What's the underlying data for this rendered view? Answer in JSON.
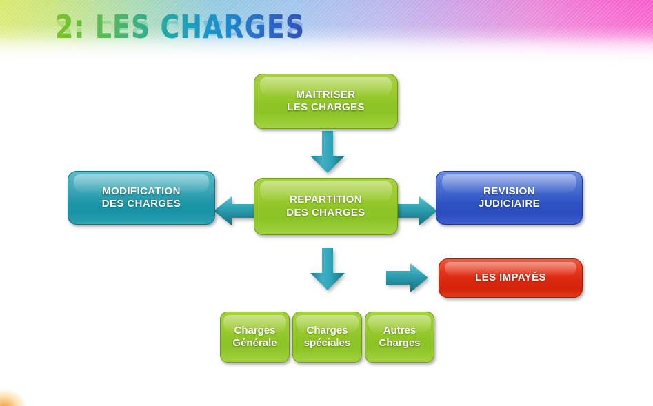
{
  "slide": {
    "title": "2: LES CHARGES"
  },
  "diagram": {
    "nodes": [
      {
        "id": "maitriser",
        "label": "MAITRISER\nLES CHARGES",
        "line1": "MAITRISER",
        "line2": "LES CHARGES",
        "color": "#8fc526"
      },
      {
        "id": "repartition",
        "label": "REPARTITION\nDES CHARGES",
        "line1": "REPARTITION",
        "line2": "DES CHARGES",
        "color": "#8fc526"
      },
      {
        "id": "modification",
        "label": "MODIFICATION\nDES CHARGES",
        "line1": "MODIFICATION",
        "line2": "DES CHARGES",
        "color": "#1d95a8"
      },
      {
        "id": "revision",
        "label": "REVISION\nJUDICIAIRE",
        "line1": "REVISION",
        "line2": "JUDICIAIRE",
        "color": "#2f53c4"
      },
      {
        "id": "impayes",
        "label": "LES IMPAYÉS",
        "line1": "LES IMPAYÉS",
        "line2": "",
        "color": "#d9280f"
      },
      {
        "id": "charges-generale",
        "label": "Charges\nGénérale",
        "line1": "Charges",
        "line2": "Générale",
        "color": "#8fc526"
      },
      {
        "id": "charges-speciales",
        "label": "Charges\nspéciales",
        "line1": "Charges",
        "line2": "spéciales",
        "color": "#8fc526"
      },
      {
        "id": "autres-charges",
        "label": "Autres\nCharges",
        "line1": "Autres",
        "line2": "Charges",
        "color": "#8fc526"
      }
    ],
    "arrows": [
      {
        "id": "maitriser-to-repartition",
        "direction": "down",
        "color": "#2596a8"
      },
      {
        "id": "repartition-to-modification",
        "direction": "left",
        "color": "#2596a8"
      },
      {
        "id": "repartition-to-revision",
        "direction": "right",
        "color": "#2596a8"
      },
      {
        "id": "repartition-to-charges",
        "direction": "down",
        "color": "#2596a8"
      },
      {
        "id": "to-impayes",
        "direction": "right",
        "color": "#2596a8"
      }
    ]
  },
  "theme": {
    "title_gradient_start": "#7ac524",
    "title_gradient_end": "#2f55bd",
    "header_left": "#d9e86a",
    "header_mid": "#8fc9e0",
    "header_right": "#f85ccb",
    "arrow_color": "#2596a8",
    "green": "#8fc526",
    "teal": "#1d95a8",
    "blue": "#2f53c4",
    "red": "#d9280f"
  }
}
